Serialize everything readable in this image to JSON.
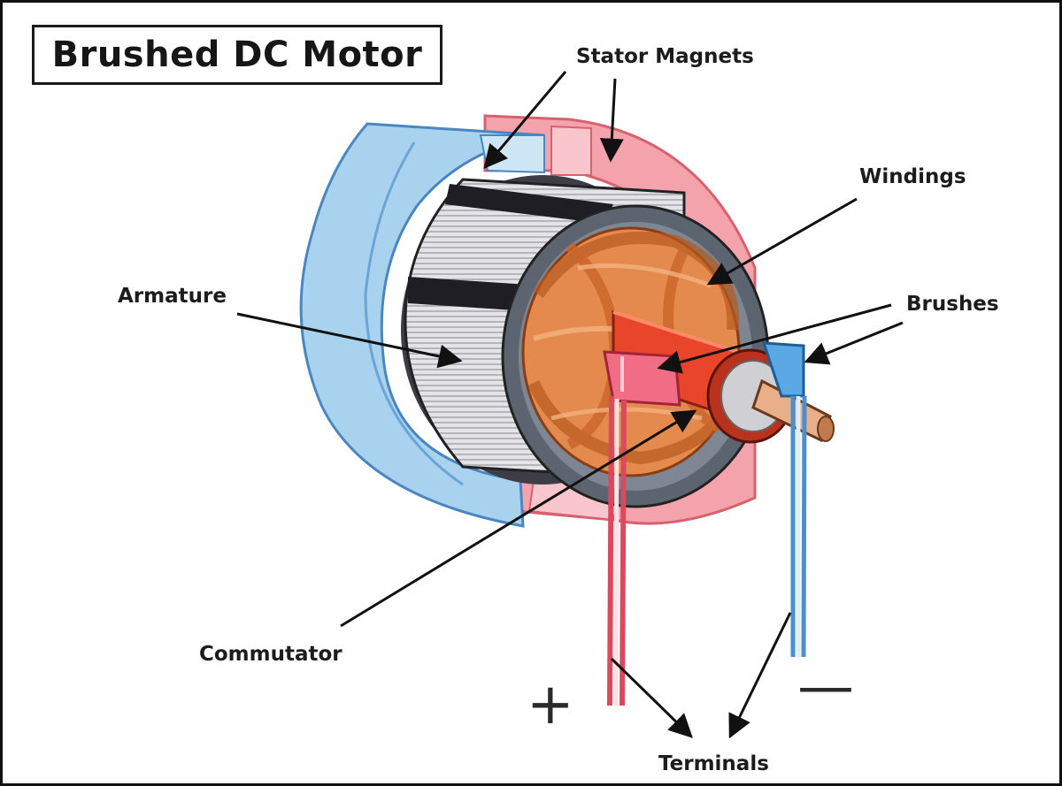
{
  "title": "Brushed DC Motor",
  "labels": {
    "stator_magnets": "Stator Magnets",
    "windings": "Windings",
    "armature": "Armature",
    "brushes": "Brushes",
    "commutator": "Commutator",
    "terminals": "Terminals"
  },
  "signs": {
    "positive": "+",
    "negative": "—"
  },
  "colors": {
    "stator_blue": "#a8d2ee",
    "stator_red": "#f4a3ac",
    "winding_copper": "#e58a4e",
    "commutator_red": "#e8452a",
    "brush_blue": "#4a9ad8",
    "shaft": "#e8b08a",
    "armature_core": "#d9d9dd"
  }
}
